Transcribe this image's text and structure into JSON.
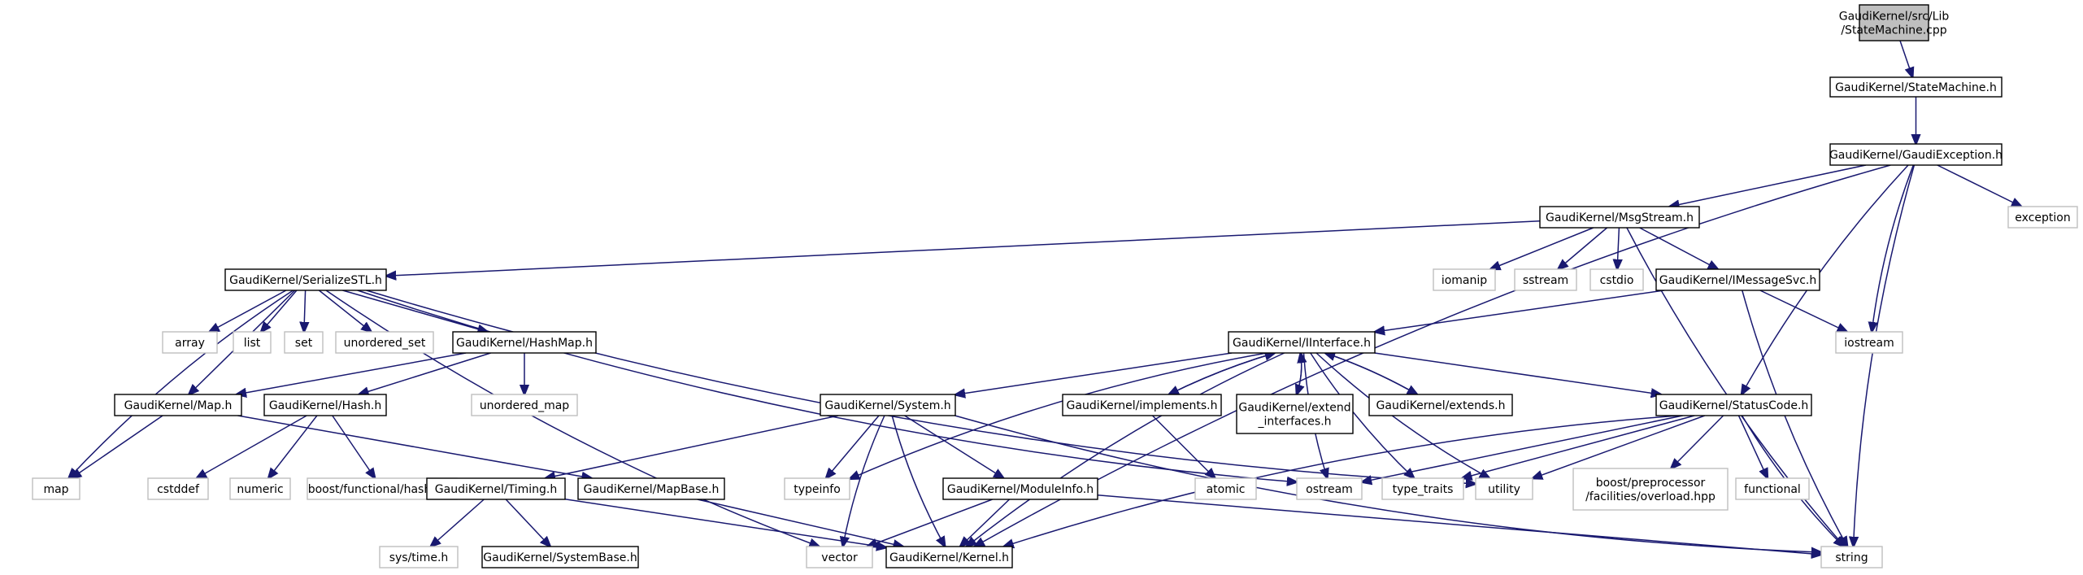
{
  "colors": {
    "edge": "#191970",
    "root_fill": "#bfbfbf",
    "ext_border": "#bfbfbf",
    "box_border": "#000000"
  },
  "nodes": {
    "root": {
      "lines": [
        "GaudiKernel/src/Lib",
        "/StateMachine.cpp"
      ],
      "kind": "root"
    },
    "statemachine": {
      "lines": [
        "GaudiKernel/StateMachine.h"
      ],
      "kind": "main"
    },
    "gaudiexception": {
      "lines": [
        "GaudiKernel/GaudiException.h"
      ],
      "kind": "main"
    },
    "msgstream": {
      "lines": [
        "GaudiKernel/MsgStream.h"
      ],
      "kind": "main"
    },
    "exception": {
      "lines": [
        "exception"
      ],
      "kind": "ext"
    },
    "serializestl": {
      "lines": [
        "GaudiKernel/SerializeSTL.h"
      ],
      "kind": "main"
    },
    "iomanip": {
      "lines": [
        "iomanip"
      ],
      "kind": "ext"
    },
    "sstream": {
      "lines": [
        "sstream"
      ],
      "kind": "ext"
    },
    "cstdio": {
      "lines": [
        "cstdio"
      ],
      "kind": "ext"
    },
    "imessagesvc": {
      "lines": [
        "GaudiKernel/IMessageSvc.h"
      ],
      "kind": "main"
    },
    "iostream": {
      "lines": [
        "iostream"
      ],
      "kind": "ext"
    },
    "array": {
      "lines": [
        "array"
      ],
      "kind": "ext"
    },
    "list": {
      "lines": [
        "list"
      ],
      "kind": "ext"
    },
    "set": {
      "lines": [
        "set"
      ],
      "kind": "ext"
    },
    "unordered_set": {
      "lines": [
        "unordered_set"
      ],
      "kind": "ext"
    },
    "hashmap": {
      "lines": [
        "GaudiKernel/HashMap.h"
      ],
      "kind": "main"
    },
    "iinterface": {
      "lines": [
        "GaudiKernel/IInterface.h"
      ],
      "kind": "main"
    },
    "unordered_map": {
      "lines": [
        "unordered_map"
      ],
      "kind": "ext"
    },
    "maph": {
      "lines": [
        "GaudiKernel/Map.h"
      ],
      "kind": "main"
    },
    "hashh": {
      "lines": [
        "GaudiKernel/Hash.h"
      ],
      "kind": "main"
    },
    "systemh": {
      "lines": [
        "GaudiKernel/System.h"
      ],
      "kind": "main"
    },
    "implements": {
      "lines": [
        "GaudiKernel/implements.h"
      ],
      "kind": "main"
    },
    "extend_interfaces": {
      "lines": [
        "GaudiKernel/extend",
        "_interfaces.h"
      ],
      "kind": "main"
    },
    "extends": {
      "lines": [
        "GaudiKernel/extends.h"
      ],
      "kind": "main"
    },
    "statuscode": {
      "lines": [
        "GaudiKernel/StatusCode.h"
      ],
      "kind": "main"
    },
    "map": {
      "lines": [
        "map"
      ],
      "kind": "ext"
    },
    "cstddef": {
      "lines": [
        "cstddef"
      ],
      "kind": "ext"
    },
    "numeric": {
      "lines": [
        "numeric"
      ],
      "kind": "ext"
    },
    "hashhpp": {
      "lines": [
        "boost/functional/hash.hpp"
      ],
      "kind": "ext"
    },
    "timing": {
      "lines": [
        "GaudiKernel/Timing.h"
      ],
      "kind": "main"
    },
    "mapbase": {
      "lines": [
        "GaudiKernel/MapBase.h"
      ],
      "kind": "main"
    },
    "typeinfo": {
      "lines": [
        "typeinfo"
      ],
      "kind": "ext"
    },
    "moduleinfo": {
      "lines": [
        "GaudiKernel/ModuleInfo.h"
      ],
      "kind": "main"
    },
    "atomic": {
      "lines": [
        "atomic"
      ],
      "kind": "ext"
    },
    "ostream": {
      "lines": [
        "ostream"
      ],
      "kind": "ext"
    },
    "type_traits": {
      "lines": [
        "type_traits"
      ],
      "kind": "ext"
    },
    "utility": {
      "lines": [
        "utility"
      ],
      "kind": "ext"
    },
    "overload": {
      "lines": [
        "boost/preprocessor",
        "/facilities/overload.hpp"
      ],
      "kind": "ext"
    },
    "functional": {
      "lines": [
        "functional"
      ],
      "kind": "ext"
    },
    "systime": {
      "lines": [
        "sys/time.h"
      ],
      "kind": "ext"
    },
    "systembase": {
      "lines": [
        "GaudiKernel/SystemBase.h"
      ],
      "kind": "main"
    },
    "vector": {
      "lines": [
        "vector"
      ],
      "kind": "ext"
    },
    "kernel": {
      "lines": [
        "GaudiKernel/Kernel.h"
      ],
      "kind": "main"
    },
    "string": {
      "lines": [
        "string"
      ],
      "kind": "ext"
    }
  },
  "edges": [
    [
      "root",
      "statemachine"
    ],
    [
      "statemachine",
      "gaudiexception"
    ],
    [
      "gaudiexception",
      "msgstream"
    ],
    [
      "gaudiexception",
      "exception"
    ],
    [
      "gaudiexception",
      "iostream"
    ],
    [
      "gaudiexception",
      "statuscode"
    ],
    [
      "gaudiexception",
      "string"
    ],
    [
      "gaudiexception",
      "kernel"
    ],
    [
      "msgstream",
      "serializestl"
    ],
    [
      "msgstream",
      "iomanip"
    ],
    [
      "msgstream",
      "sstream"
    ],
    [
      "msgstream",
      "cstdio"
    ],
    [
      "msgstream",
      "imessagesvc"
    ],
    [
      "msgstream",
      "string"
    ],
    [
      "serializestl",
      "array"
    ],
    [
      "serializestl",
      "list"
    ],
    [
      "serializestl",
      "set"
    ],
    [
      "serializestl",
      "unordered_set"
    ],
    [
      "serializestl",
      "hashmap"
    ],
    [
      "serializestl",
      "maph"
    ],
    [
      "serializestl",
      "map"
    ],
    [
      "serializestl",
      "vector"
    ],
    [
      "serializestl",
      "ostream"
    ],
    [
      "serializestl",
      "utility"
    ],
    [
      "imessagesvc",
      "iinterface"
    ],
    [
      "imessagesvc",
      "iostream"
    ],
    [
      "imessagesvc",
      "string"
    ],
    [
      "hashmap",
      "maph"
    ],
    [
      "hashmap",
      "hashh"
    ],
    [
      "hashmap",
      "unordered_map"
    ],
    [
      "maph",
      "map"
    ],
    [
      "maph",
      "mapbase"
    ],
    [
      "hashh",
      "cstddef"
    ],
    [
      "hashh",
      "numeric"
    ],
    [
      "hashh",
      "hashhpp"
    ],
    [
      "iinterface",
      "systemh"
    ],
    [
      "iinterface",
      "implements"
    ],
    [
      "iinterface",
      "extend_interfaces"
    ],
    [
      "iinterface",
      "extends"
    ],
    [
      "iinterface",
      "statuscode"
    ],
    [
      "iinterface",
      "typeinfo"
    ],
    [
      "iinterface",
      "ostream"
    ],
    [
      "iinterface",
      "type_traits"
    ],
    [
      "iinterface",
      "utility"
    ],
    [
      "iinterface",
      "kernel"
    ],
    [
      "implements",
      "iinterface"
    ],
    [
      "implements",
      "atomic"
    ],
    [
      "extend_interfaces",
      "iinterface"
    ],
    [
      "extends",
      "iinterface"
    ],
    [
      "systemh",
      "timing"
    ],
    [
      "systemh",
      "typeinfo"
    ],
    [
      "systemh",
      "moduleinfo"
    ],
    [
      "systemh",
      "vector"
    ],
    [
      "systemh",
      "kernel"
    ],
    [
      "systemh",
      "string"
    ],
    [
      "statuscode",
      "ostream"
    ],
    [
      "statuscode",
      "type_traits"
    ],
    [
      "statuscode",
      "utility"
    ],
    [
      "statuscode",
      "overload"
    ],
    [
      "statuscode",
      "functional"
    ],
    [
      "statuscode",
      "string"
    ],
    [
      "statuscode",
      "kernel"
    ],
    [
      "timing",
      "systime"
    ],
    [
      "timing",
      "systembase"
    ],
    [
      "timing",
      "kernel"
    ],
    [
      "mapbase",
      "kernel"
    ],
    [
      "moduleinfo",
      "kernel"
    ],
    [
      "moduleinfo",
      "vector"
    ],
    [
      "moduleinfo",
      "string"
    ]
  ]
}
